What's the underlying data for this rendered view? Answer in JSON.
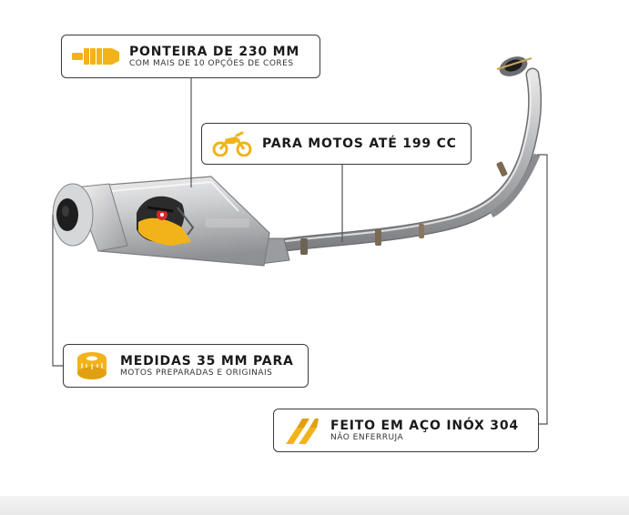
{
  "callouts": {
    "tip": {
      "title": "PONTEIRA DE 230 MM",
      "subtitle": "COM MAIS DE 10 OPÇÕES DE CORES"
    },
    "motos": {
      "title": "PARA MOTOS ATÉ 199 CC"
    },
    "medidas": {
      "title": "MEDIDAS 35 MM PARA",
      "subtitle": "MOTOS PREPARADAS E ORIGINAIS"
    },
    "aco": {
      "title": "FEITO EM AÇO INÓX 304",
      "subtitle": "NÃO ENFERRUJA"
    }
  },
  "icons": {
    "tip": "exhaust-tip-icon",
    "motos": "motorcycle-icon",
    "medidas": "tape-measure-icon",
    "aco": "steel-bar-icon"
  },
  "colors": {
    "accent": "#f2b31a",
    "border": "#3a3a3a",
    "steel": "#b8b9bb"
  }
}
